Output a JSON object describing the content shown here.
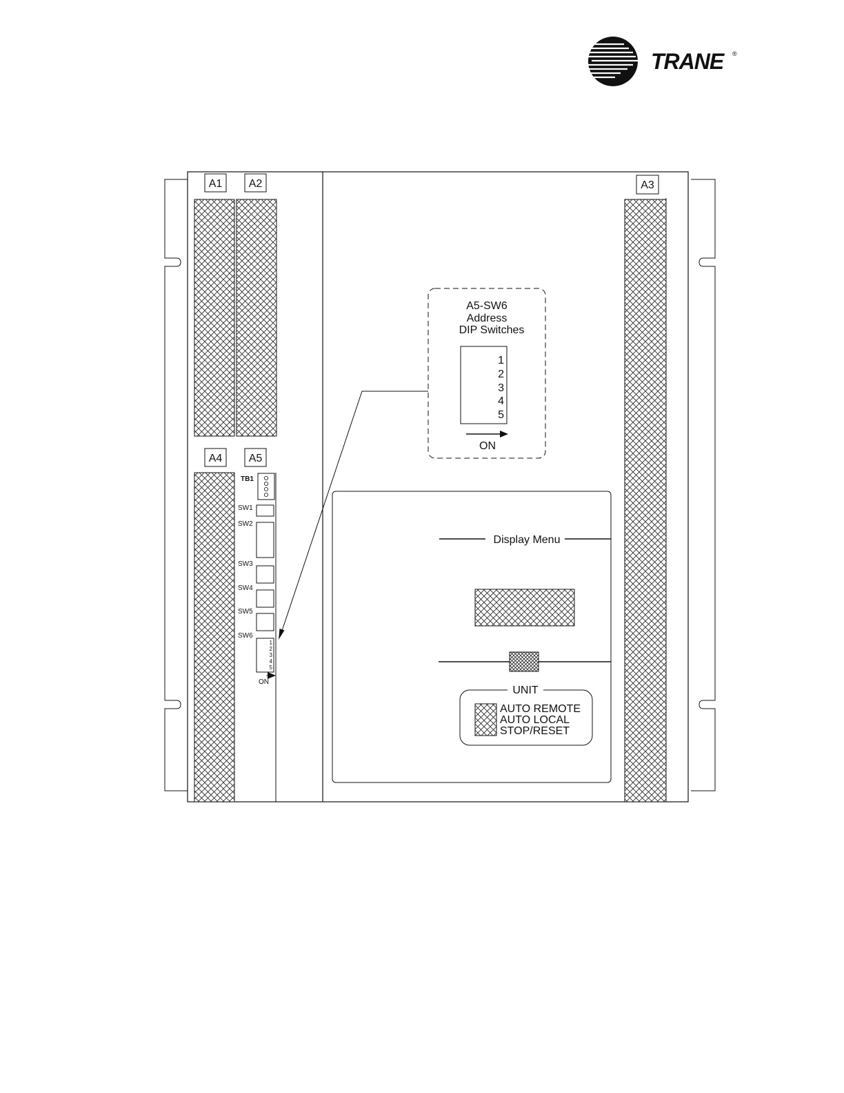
{
  "brand": {
    "name": "TRANE",
    "registered_mark": "®"
  },
  "labels": {
    "a1": "A1",
    "a2": "A2",
    "a3": "A3",
    "a4": "A4",
    "a5": "A5"
  },
  "a5_board": {
    "tb1": "TB1",
    "sw1": "SW1",
    "sw2": "SW2",
    "sw3": "SW3",
    "sw4": "SW4",
    "sw5": "SW5",
    "sw6": "SW6",
    "dip_numbers": [
      "1",
      "2",
      "3",
      "4",
      "5"
    ],
    "on": "ON"
  },
  "callout": {
    "title_line1": "A5-SW6",
    "title_line2": "Address",
    "title_line3": "DIP Switches",
    "dip_numbers": [
      "1",
      "2",
      "3",
      "4",
      "5"
    ],
    "on": "ON"
  },
  "display_panel": {
    "menu_label": "Display Menu",
    "unit_label": "UNIT",
    "modes": [
      "AUTO REMOTE",
      "AUTO LOCAL",
      "STOP/RESET"
    ]
  },
  "colors": {
    "line": "#111111",
    "hatch": "#222222",
    "background": "#ffffff"
  }
}
